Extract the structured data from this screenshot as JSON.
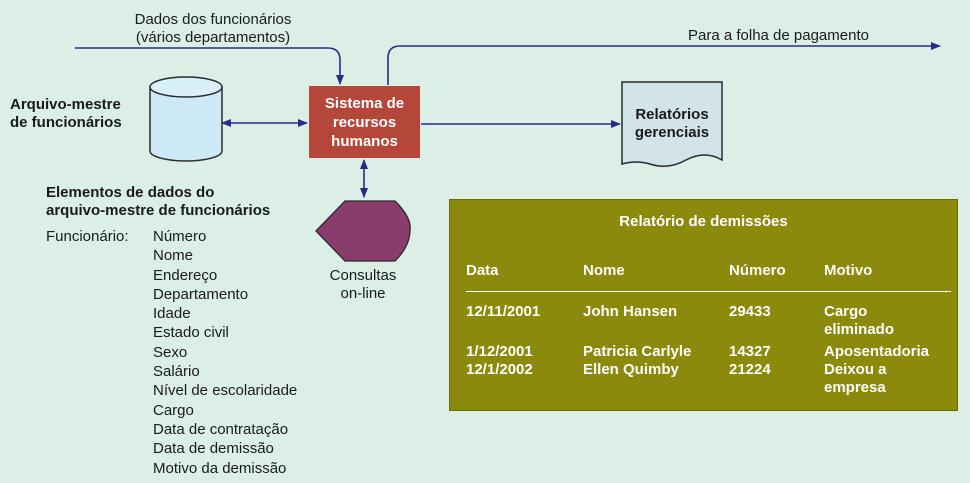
{
  "input_label": {
    "line1": "Dados dos funcionários",
    "line2": "(vários departamentos)"
  },
  "output_label": "Para a folha de pagamento",
  "master_file": {
    "line1": "Arquivo-mestre",
    "line2": "de funcionários"
  },
  "hr_system": {
    "line1": "Sistema de",
    "line2": "recursos",
    "line3": "humanos"
  },
  "reports": {
    "line1": "Relatórios",
    "line2": "gerenciais"
  },
  "queries": {
    "line1": "Consultas",
    "line2": "on-line"
  },
  "data_elements": {
    "title_line1": "Elementos de dados do",
    "title_line2": "arquivo-mestre de funcionários",
    "entity": "Funcionário:",
    "fields": [
      "Número",
      "Nome",
      "Endereço",
      "Departamento",
      "Idade",
      "Estado civil",
      "Sexo",
      "Salário",
      "Nível de escolaridade",
      "Cargo",
      "Data de contratação",
      "Data de demissão",
      "Motivo da demissão"
    ]
  },
  "termination_report": {
    "title": "Relatório de demissões",
    "headers": {
      "date": "Data",
      "name": "Nome",
      "number": "Número",
      "reason": "Motivo"
    },
    "rows": [
      {
        "date": "12/11/2001",
        "name": "John Hansen",
        "number": "29433",
        "reason1": "Cargo",
        "reason2": "eliminado"
      },
      {
        "date": "1/12/2001",
        "name": "Patricia Carlyle",
        "number": "14327",
        "reason1": "Aposentadoria",
        "reason2": ""
      },
      {
        "date": "12/1/2002",
        "name": "Ellen Quimby",
        "number": "21224",
        "reason1": "Deixou a",
        "reason2": "empresa"
      }
    ]
  },
  "colors": {
    "background": "#dcefe6",
    "hr_box": "#b5473a",
    "arrows": "#2b2a8a",
    "cylinder": "#cde9f5",
    "report_doc": "#d2e3ea",
    "query_shape": "#8a3d6d",
    "report_box": "#8c8a0c"
  }
}
